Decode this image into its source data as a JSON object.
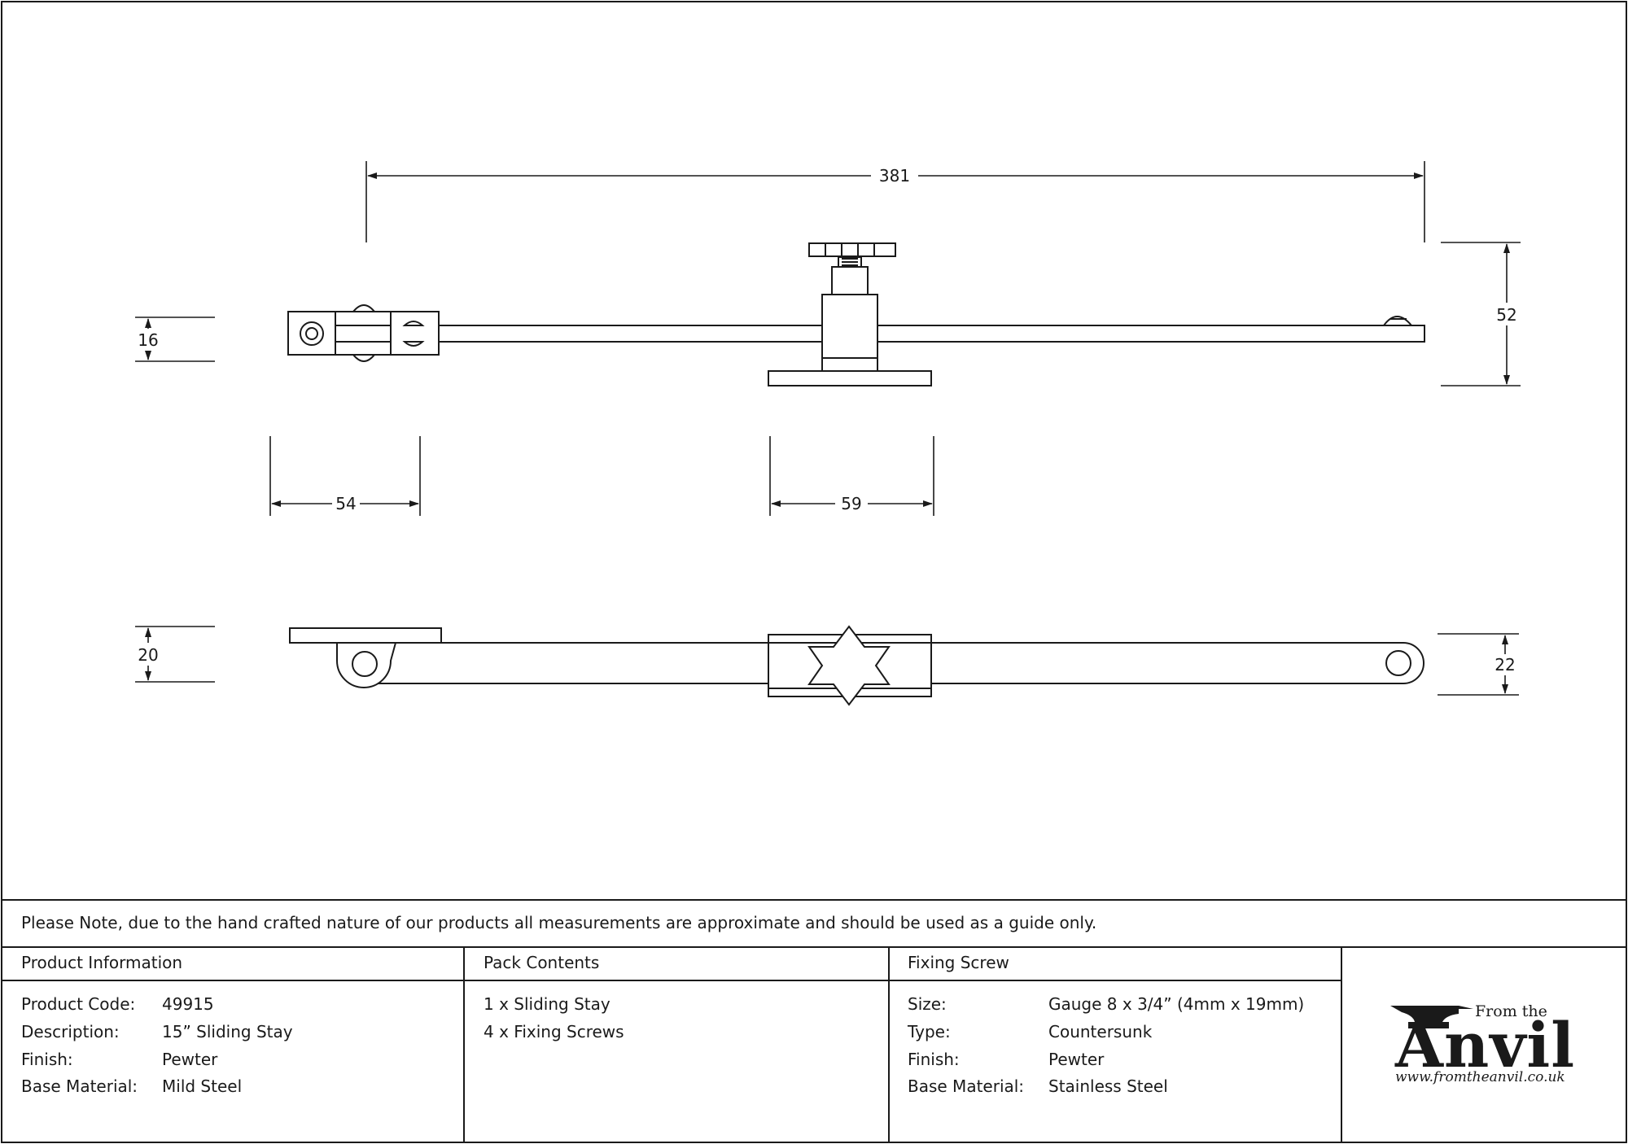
{
  "dimensions": {
    "overall_length": "381",
    "height_total": "52",
    "bar_height_top": "16",
    "end_bracket_length": "54",
    "base_plate_length": "59",
    "bracket_height_bottom": "20",
    "end_width_bottom": "22"
  },
  "note": "Please Note, due to the hand crafted nature of our products all measurements are approximate and should be used as a guide only.",
  "product_information": {
    "heading": "Product Information",
    "rows": [
      {
        "label": "Product Code:",
        "value": "49915"
      },
      {
        "label": "Description:",
        "value": "15” Sliding Stay"
      },
      {
        "label": "Finish:",
        "value": "Pewter"
      },
      {
        "label": "Base Material:",
        "value": "Mild Steel"
      }
    ]
  },
  "pack_contents": {
    "heading": "Pack Contents",
    "items": [
      "1 x Sliding Stay",
      "4 x Fixing Screws"
    ]
  },
  "fixing_screw": {
    "heading": "Fixing Screw",
    "rows": [
      {
        "label": "Size:",
        "value": "Gauge 8 x 3/4” (4mm x 19mm)"
      },
      {
        "label": "Type:",
        "value": "Countersunk"
      },
      {
        "label": "Finish:",
        "value": "Pewter"
      },
      {
        "label": "Base Material:",
        "value": "Stainless Steel"
      }
    ]
  },
  "logo": {
    "from_the": "From the",
    "brand": "Anvil",
    "url": "www.fromtheanvil.co.uk"
  }
}
